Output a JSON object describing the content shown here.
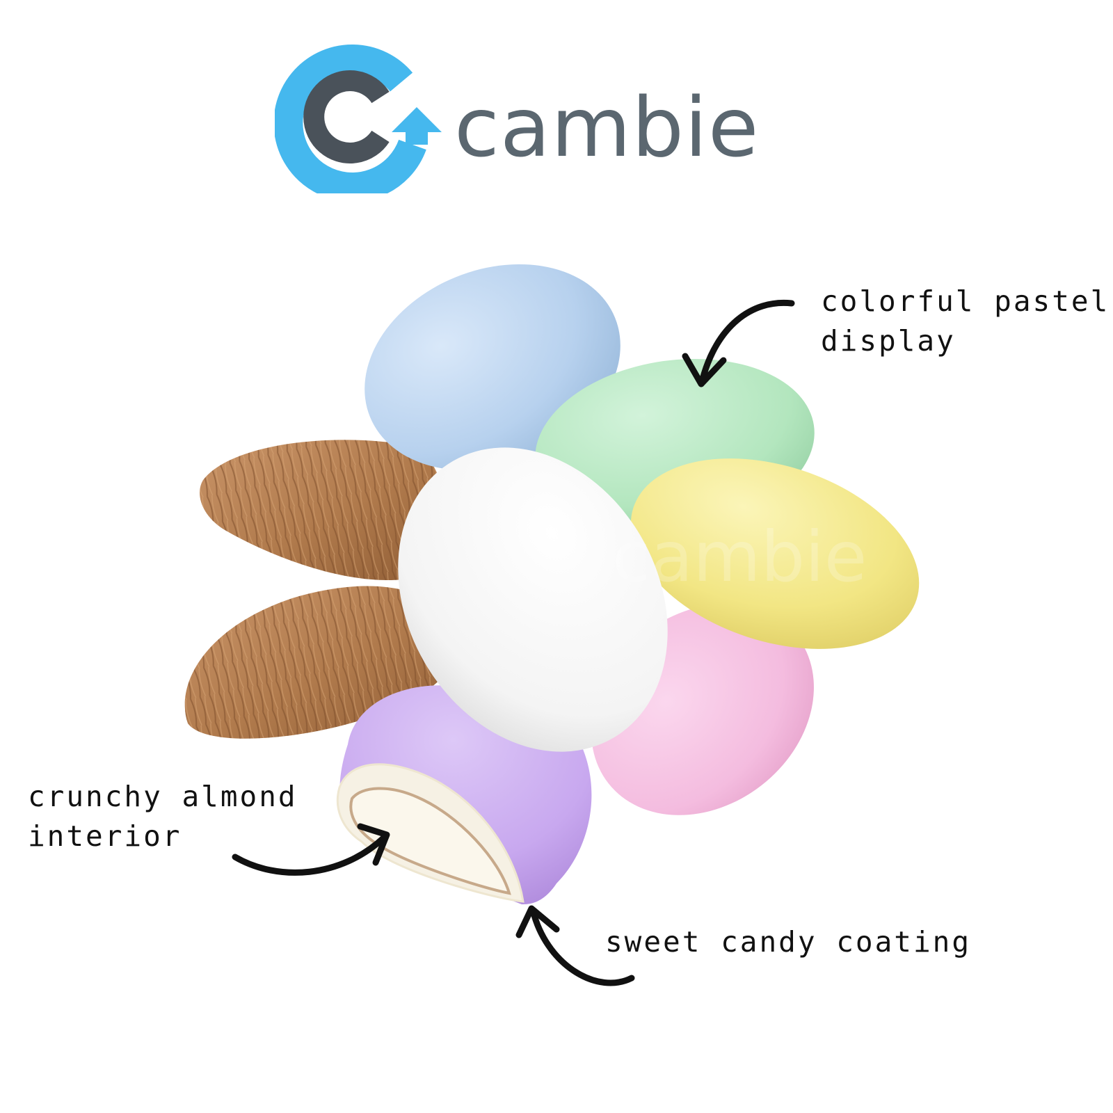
{
  "brand": {
    "name": "cambie",
    "colors": {
      "mark_blue": "#45b8ee",
      "mark_gray": "#4a525a",
      "wordmark": "#5b6770"
    }
  },
  "callouts": {
    "pastel": {
      "line1": "colorful pastel",
      "line2": "display"
    },
    "almond": {
      "line1": "crunchy almond",
      "line2": "interior"
    },
    "coating": {
      "line1": "sweet candy coating"
    }
  },
  "candies": [
    {
      "name": "blue-candy",
      "color": "#b9d3ef"
    },
    {
      "name": "green-candy",
      "color": "#b5e7c0"
    },
    {
      "name": "white-candy",
      "color": "#f7f7f7"
    },
    {
      "name": "yellow-candy",
      "color": "#f4e98c"
    },
    {
      "name": "pink-candy",
      "color": "#f6bde0"
    },
    {
      "name": "lavender-candy",
      "color": "#c9aaf0"
    },
    {
      "name": "almond-top",
      "color": "#b98358"
    },
    {
      "name": "almond-bottom",
      "color": "#b57f50"
    }
  ],
  "watermark": "cambie"
}
